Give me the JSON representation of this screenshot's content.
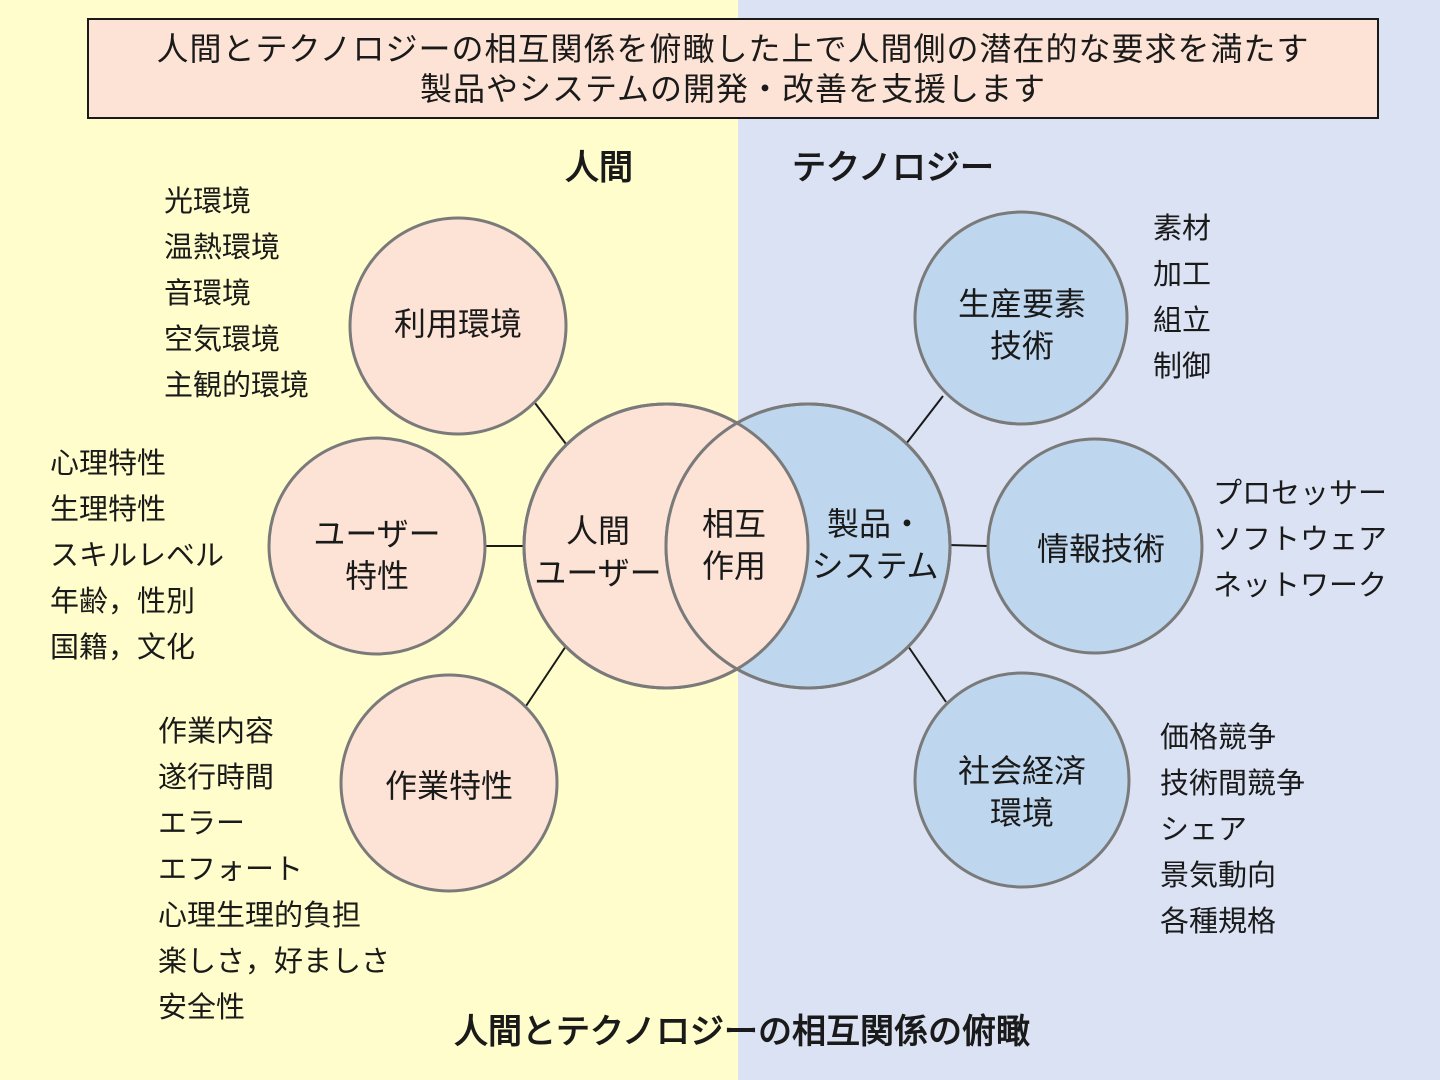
{
  "banner": {
    "line1": "人間とテクノロジーの相互関係を俯瞰した上で人間側の潜在的な要求を満たす",
    "line2": "製品やシステムの開発・改善を支援します"
  },
  "side_titles": {
    "human": "人間",
    "tech": "テクノロジー"
  },
  "center": {
    "human_user": [
      "人間",
      "ユーザー"
    ],
    "interaction": [
      "相互",
      "作用"
    ],
    "product_system": [
      "製品・",
      "システム"
    ]
  },
  "human_nodes": [
    {
      "label": [
        "利用環境"
      ],
      "items": [
        "光環境",
        "温熱環境",
        "音環境",
        "空気環境",
        "主観的環境"
      ]
    },
    {
      "label": [
        "ユーザー",
        "特性"
      ],
      "items": [
        "心理特性",
        "生理特性",
        "スキルレベル",
        "年齢，性別",
        "国籍，文化"
      ]
    },
    {
      "label": [
        "作業特性"
      ],
      "items": [
        "作業内容",
        "遂行時間",
        "エラー",
        "エフォート",
        "心理生理的負担",
        "楽しさ，好ましさ",
        "安全性"
      ]
    }
  ],
  "tech_nodes": [
    {
      "label": [
        "生産要素",
        "技術"
      ],
      "items": [
        "素材",
        "加工",
        "組立",
        "制御"
      ]
    },
    {
      "label": [
        "情報技術"
      ],
      "items": [
        "プロセッサー",
        "ソフトウェア",
        "ネットワーク"
      ]
    },
    {
      "label": [
        "社会経済",
        "環境"
      ],
      "items": [
        "価格競争",
        "技術間競争",
        "シェア",
        "景気動向",
        "各種規格"
      ]
    }
  ],
  "caption": "人間とテクノロジーの相互関係の俯瞰",
  "colors": {
    "left_bg": "#fefdcb",
    "right_bg": "#dae2f3",
    "banner_bg": "#fce3d5",
    "human_circle": "#fce3d5",
    "tech_circle": "#bed7ee",
    "circle_stroke": "#7a7a7a"
  }
}
